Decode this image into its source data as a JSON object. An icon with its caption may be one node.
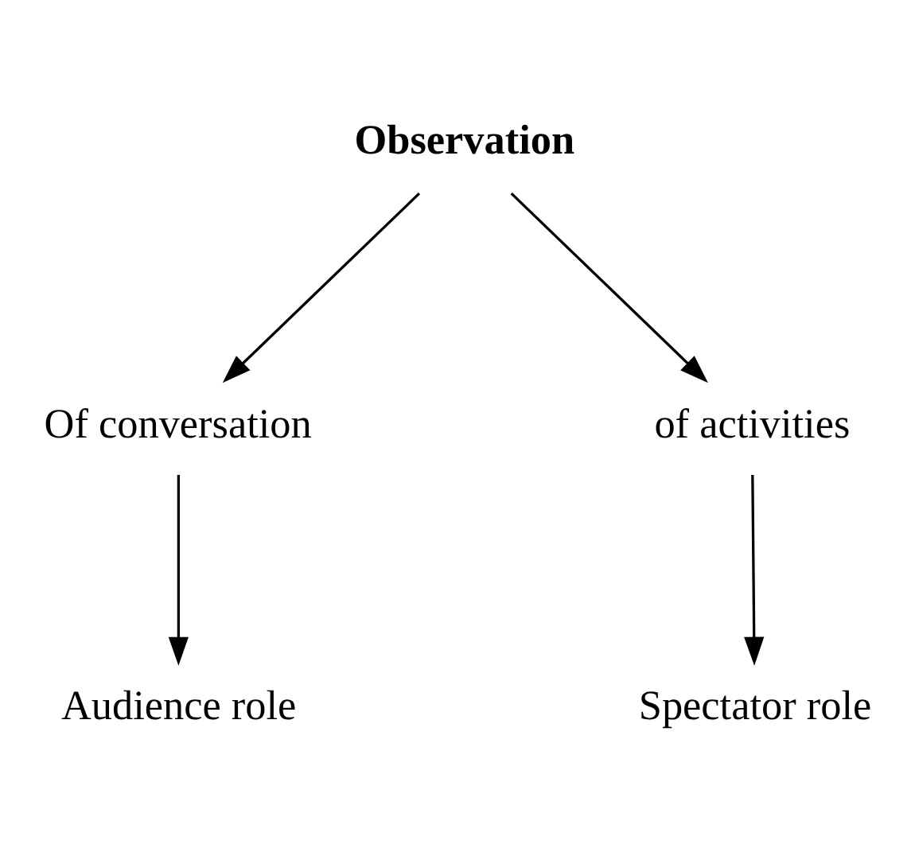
{
  "diagram": {
    "nodes": [
      {
        "text": [
          "Observation"
        ]
      },
      {
        "text": [
          "Of conversation"
        ]
      },
      {
        "text": [
          "of activities"
        ]
      },
      {
        "text": [
          "Audience role"
        ]
      },
      {
        "text": [
          "Spectator role"
        ]
      }
    ],
    "edges": [
      {
        "from": 0,
        "to": 1,
        "arrow": "to"
      },
      {
        "from": 0,
        "to": 2,
        "arrow": "to"
      },
      {
        "from": 1,
        "to": 3,
        "arrow": "to"
      },
      {
        "from": 2,
        "to": 4,
        "arrow": "to"
      }
    ]
  }
}
